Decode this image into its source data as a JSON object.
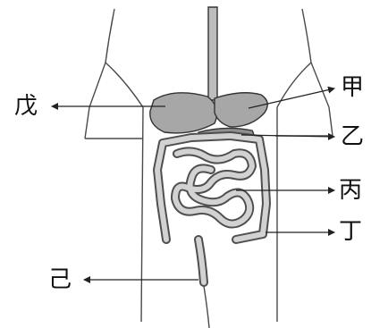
{
  "labels": {
    "wu": "戊",
    "jia": "甲",
    "yi": "乙",
    "bing": "丙",
    "ding": "丁",
    "ji": "己"
  },
  "colors": {
    "organ_fill": "#a7a7a7",
    "organ_stroke": "#333333",
    "outline": "#4a4a4a",
    "intestine_fill": "#d2d2d2",
    "background": "#ffffff"
  }
}
